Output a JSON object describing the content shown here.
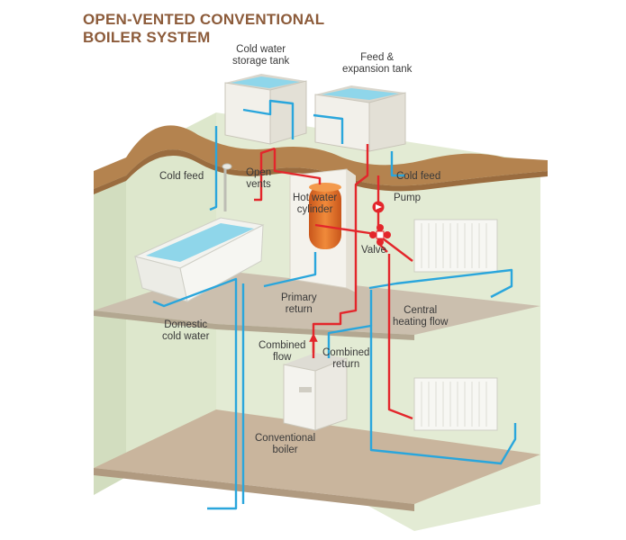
{
  "title": {
    "line1": "OPEN-VENTED CONVENTIONAL",
    "line2": "BOILER SYSTEM"
  },
  "labels": {
    "cold_tank_1": "Cold water",
    "cold_tank_2": "storage tank",
    "feed_tank_1": "Feed &",
    "feed_tank_2": "expansion tank",
    "cold_feed_left": "Cold feed",
    "open_vents_1": "Open",
    "open_vents_2": "vents",
    "hot_cyl_1": "Hot water",
    "hot_cyl_2": "cylinder",
    "cold_feed_right": "Cold feed",
    "pump": "Pump",
    "valve": "Valve",
    "primary_return_1": "Primary",
    "primary_return_2": "return",
    "central_heating_1": "Central",
    "central_heating_2": "heating flow",
    "domestic_cold_1": "Domestic",
    "domestic_cold_2": "cold water",
    "combined_flow_1": "Combined",
    "combined_flow_2": "flow",
    "combined_return_1": "Combined",
    "combined_return_2": "return",
    "boiler_1": "Conventional",
    "boiler_2": "boiler"
  },
  "colors": {
    "title": "#8c5b3a",
    "cold_pipe": "#2aa6dc",
    "hot_pipe": "#e3262b",
    "wall": "#dfe8cf",
    "roof": "#b4834f",
    "floor": "#cdb89f",
    "water": "#8fd6ea"
  }
}
